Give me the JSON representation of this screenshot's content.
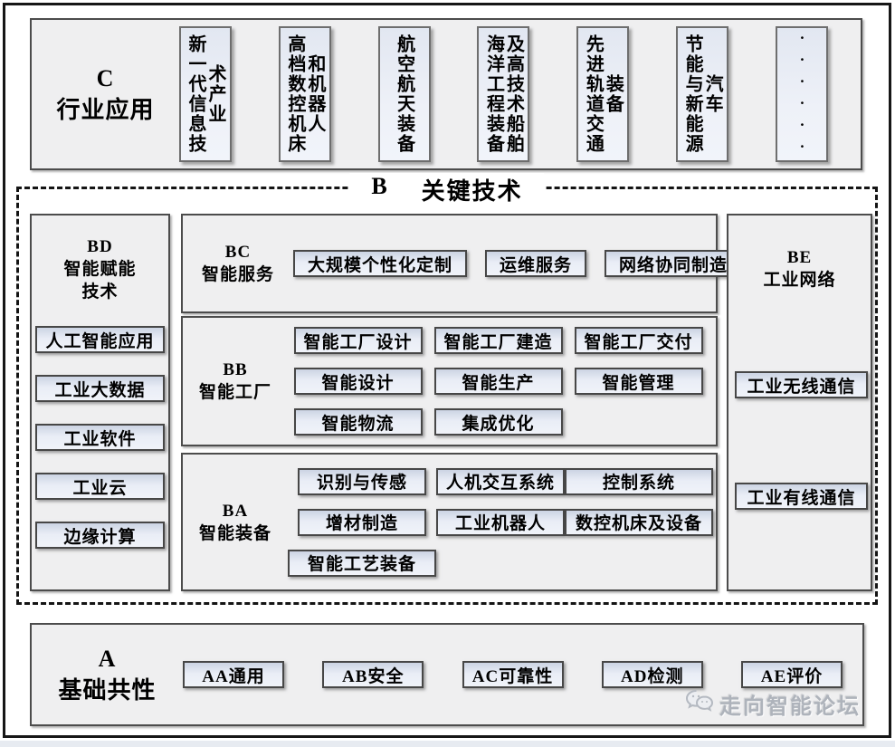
{
  "sectionC": {
    "code": "C",
    "name": "行业应用",
    "items": [
      {
        "lines": [
          "新一代信息技",
          "术产业"
        ]
      },
      {
        "lines": [
          "高档数控机床",
          "和机器人"
        ]
      },
      {
        "lines": [
          "航空航天装备"
        ]
      },
      {
        "lines": [
          "海洋工程装备",
          "及高技术船舶"
        ]
      },
      {
        "lines": [
          "先进轨道交通",
          "装备"
        ]
      },
      {
        "lines": [
          "节能与新能源",
          "汽车"
        ]
      },
      {
        "lines": [
          "······"
        ]
      }
    ]
  },
  "sectionB": {
    "code": "B",
    "name": "关键技术",
    "bd": {
      "code": "BD",
      "name": "智能赋能技术",
      "items": [
        "人工智能应用",
        "工业大数据",
        "工业软件",
        "工业云",
        "边缘计算"
      ]
    },
    "bc": {
      "code": "BC",
      "name": "智能服务",
      "items": [
        "大规模个性化定制",
        "运维服务",
        "网络协同制造"
      ]
    },
    "bb": {
      "code": "BB",
      "name": "智能工厂",
      "rows": [
        [
          "智能工厂设计",
          "智能工厂建造",
          "智能工厂交付"
        ],
        [
          "智能设计",
          "智能生产",
          "智能管理"
        ],
        [
          "智能物流",
          "集成优化"
        ]
      ]
    },
    "ba": {
      "code": "BA",
      "name": "智能装备",
      "rows": [
        [
          "识别与传感",
          "人机交互系统",
          "控制系统"
        ],
        [
          "增材制造",
          "工业机器人",
          "数控机床及设备"
        ],
        [
          "智能工艺装备"
        ]
      ]
    },
    "be": {
      "code": "BE",
      "name": "工业网络",
      "items": [
        "工业无线通信",
        "工业有线通信"
      ]
    }
  },
  "sectionA": {
    "code": "A",
    "name": "基础共性",
    "items": [
      "AA通用",
      "AB安全",
      "AC可靠性",
      "AD检测",
      "AE评价"
    ]
  },
  "watermark": {
    "text": "走向智能论坛"
  },
  "colors": {
    "button_fill": "#e9edf6",
    "panel_fill": "#efeff0",
    "border_dark": "#4c4c4c",
    "frame_black": "#161616",
    "watermark_gray": "#aeb3bb"
  }
}
